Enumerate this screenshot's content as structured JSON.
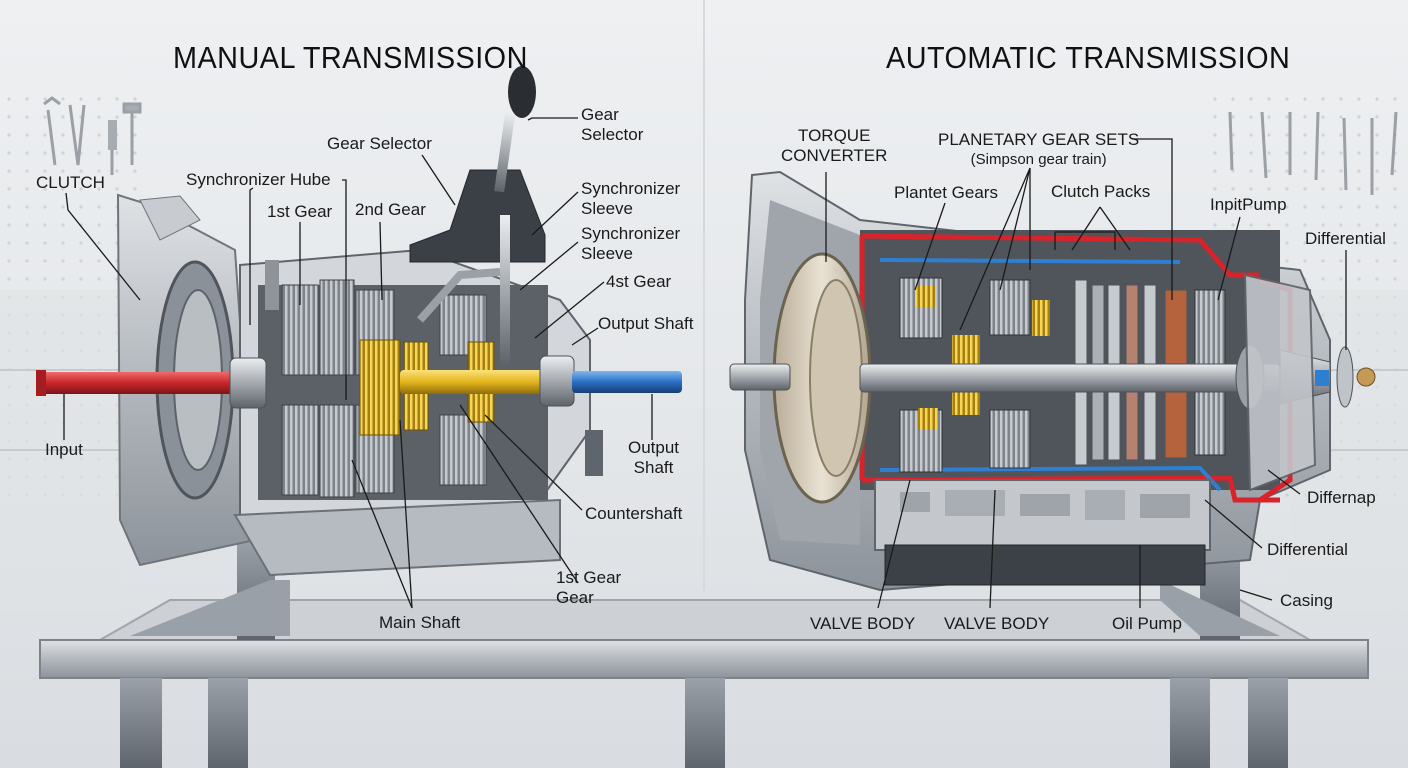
{
  "titles": {
    "manual": "MANUAL TRANSMISSION",
    "automatic": "AUTOMATIC TRANSMISSION"
  },
  "manual_labels": {
    "clutch": "CLUTCH",
    "synchronizer_hube": "Synchronizer Hube",
    "gear_selector_left": "Gear Selector",
    "gear_selector_right": [
      "Gear",
      "Selector"
    ],
    "first_gear": "1st Gear",
    "second_gear": "2nd Gear",
    "synchronizer_sleeve_1": [
      "Synchronizer",
      "Sleeve"
    ],
    "synchronizer_sleeve_2": [
      "Synchronizer",
      "Sleeve"
    ],
    "fourth_gear": "4st Gear",
    "output_shaft_top": "Output Shaft",
    "input": "Input",
    "output_shaft_bottom": [
      "Output",
      "Shaft"
    ],
    "countershaft": "Countershaft",
    "first_gear_gear": [
      "1st Gear",
      "Gear"
    ],
    "main_shaft": "Main Shaft"
  },
  "automatic_labels": {
    "torque_converter": [
      "TORQUE",
      "CONVERTER"
    ],
    "planetary_gear_sets": [
      "PLANETARY GEAR SETS",
      "(Simpson gear train)"
    ],
    "planet_gears": "Plantet Gears",
    "clutch_packs": "Clutch Packs",
    "inputpump": "InpitPump",
    "differential_top": "Differential",
    "differnap": "Differnap",
    "differential_mid": "Differential",
    "casing": "Casing",
    "valve_body_1": "VALVE BODY",
    "valve_body_2": "VALVE BODY",
    "oil_pump": "Oil Pump"
  },
  "colors": {
    "input_shaft": "#c8262a",
    "output_shaft_manual": "#2a6fc4",
    "gears_yellow": "#e2b51c",
    "hydraulic_red": "#d8232b",
    "hydraulic_blue": "#2f7fd1",
    "casing": "#b7bcc2",
    "bench": "#8e949b"
  },
  "icons": [
    "wrench-icon",
    "pliers-icon",
    "screwdriver-icon",
    "hammer-icon"
  ]
}
